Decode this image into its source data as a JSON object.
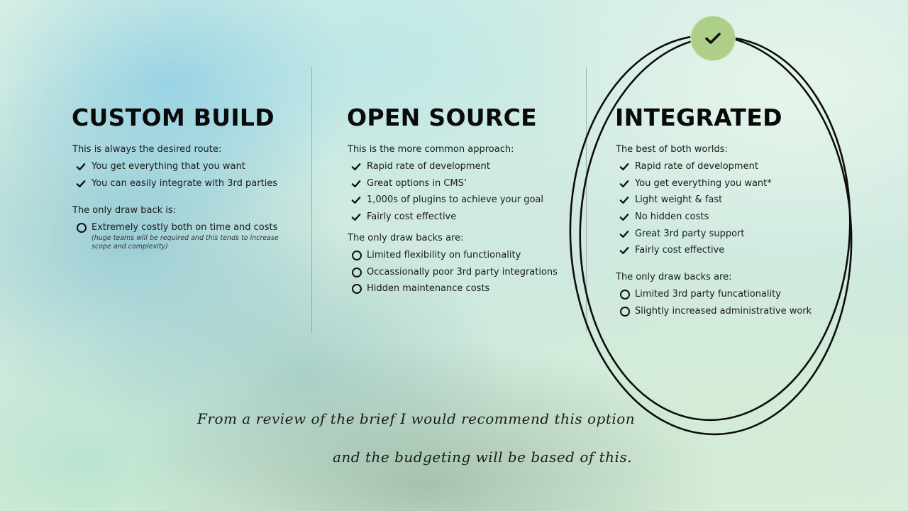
{
  "columns": [
    {
      "title": "CUSTOM BUILD",
      "intro": "This is always the desired route:",
      "pros": [
        "You get everything that you want",
        "You can easily integrate with 3rd parties"
      ],
      "drawback_intro": "The only draw back is:",
      "cons": [
        {
          "text": "Extremely costly both on time and costs",
          "note": "(huge teams will be required and this tends to increase scope and complexity)"
        }
      ]
    },
    {
      "title": "OPEN SOURCE",
      "intro": "This is the more common approach:",
      "pros": [
        "Rapid rate of development",
        "Great options in CMS’",
        "1,000s of plugins to achieve your goal",
        "Fairly cost effective"
      ],
      "drawback_intro": "The only draw backs are:",
      "cons": [
        {
          "text": "Limited flexibility on functionality"
        },
        {
          "text": "Occassionally poor 3rd party integrations"
        },
        {
          "text": "Hidden maintenance costs"
        }
      ]
    },
    {
      "title": "INTEGRATED",
      "intro": "The best of both worlds:",
      "pros": [
        "Rapid rate of development",
        "You get everything you want*",
        "Light weight & fast",
        "No hidden costs",
        "Great 3rd party support",
        "Fairly cost effective"
      ],
      "drawback_intro": "The only draw backs are:",
      "cons": [
        {
          "text": "Limited 3rd party funcationality"
        },
        {
          "text": "Slightly increased administrative work"
        }
      ]
    }
  ],
  "recommendation": {
    "line1": "From a review of the brief I would recommend this option",
    "line2": "and the budgeting will be based of this."
  },
  "colors": {
    "badge": "#aecf8a",
    "ink": "#111111"
  },
  "icons": {
    "pro": "check-icon",
    "con": "circle-icon",
    "badge": "check-icon"
  }
}
